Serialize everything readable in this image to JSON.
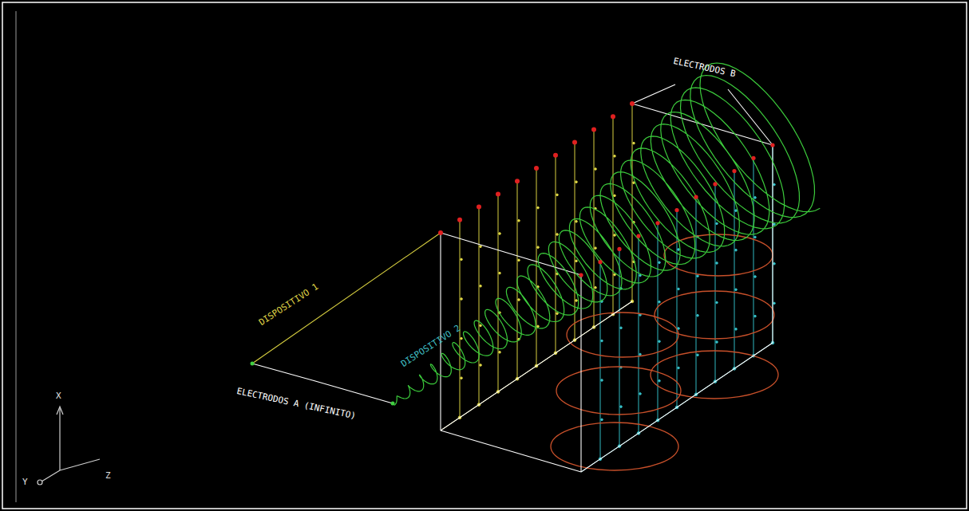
{
  "diagram": {
    "labels": [
      "ELECTRODOS B",
      "DISPOSITIVO 1",
      "DISPOSITIVO 2",
      "ELECTRODOS A (INFINITO)",
      "X",
      "Y",
      "Z"
    ]
  }
}
